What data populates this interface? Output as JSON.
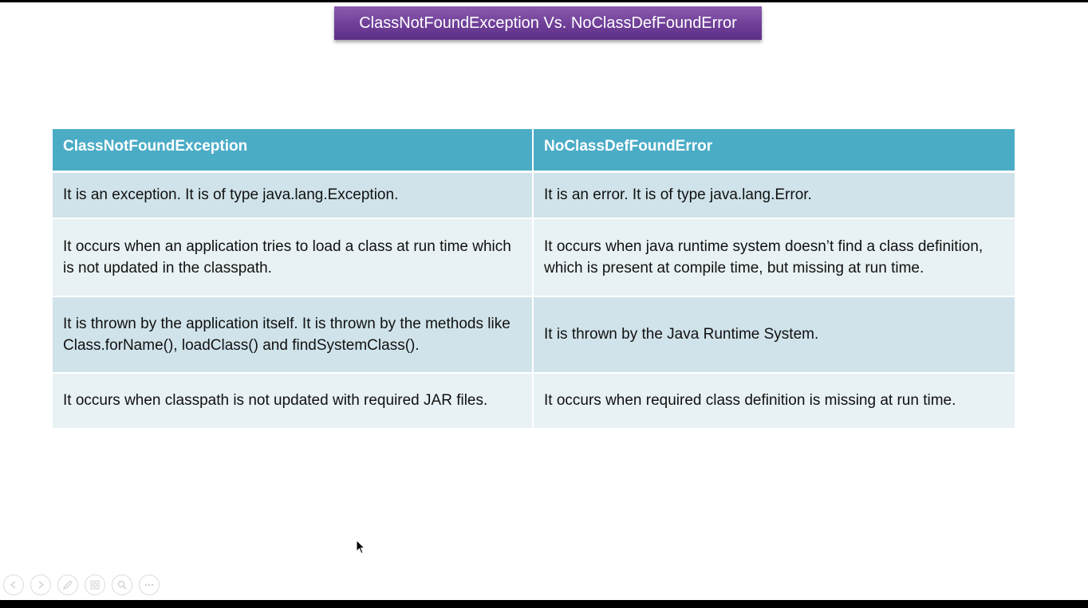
{
  "slide": {
    "title": "ClassNotFoundException Vs. NoClassDefFoundError"
  },
  "table": {
    "headers": [
      "ClassNotFoundException",
      "NoClassDefFoundError"
    ],
    "rows": [
      [
        "It is an exception. It is of type java.lang.Exception.",
        "It is an error. It is of type java.lang.Error."
      ],
      [
        "It occurs when an application tries to load a class at run time which is not updated in the classpath.",
        "It occurs when java runtime system doesn’t find a class definition, which is present at compile time, but missing at run time."
      ],
      [
        "It is thrown by the application itself. It is thrown by the methods like Class.forName(), loadClass() and findSystemClass().",
        "It is thrown by the Java Runtime System."
      ],
      [
        "It occurs when classpath is not updated with required JAR files.",
        "It occurs when required class definition is missing at run time."
      ]
    ]
  },
  "colors": {
    "title_bg": "#6f3f98",
    "header_bg": "#4bacc6",
    "row_dark": "#d0e3ea",
    "row_light": "#e8f1f4"
  },
  "controls": [
    {
      "name": "previous-slide",
      "icon": "arrow-left-icon"
    },
    {
      "name": "next-slide",
      "icon": "arrow-right-icon"
    },
    {
      "name": "pen",
      "icon": "pen-icon"
    },
    {
      "name": "see-all-slides",
      "icon": "grid-icon"
    },
    {
      "name": "zoom",
      "icon": "magnifier-icon"
    },
    {
      "name": "more-options",
      "icon": "ellipsis-icon"
    }
  ]
}
